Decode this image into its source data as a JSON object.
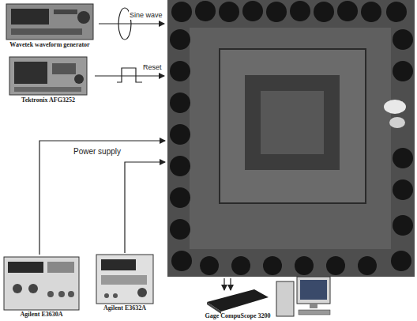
{
  "diagram": {
    "nodes": [
      {
        "text": [
          "Wavetek waveform generator"
        ]
      },
      {
        "text": [
          "Tektronix AFG3252"
        ]
      },
      {
        "text": [
          "Agilent E3630A"
        ]
      },
      {
        "text": [
          "Agilent E3632A"
        ]
      },
      {
        "text": [
          "Gage CompuScope 3200"
        ]
      }
    ],
    "labels": [
      "Sine wave",
      "Reset",
      "Power supply"
    ]
  }
}
